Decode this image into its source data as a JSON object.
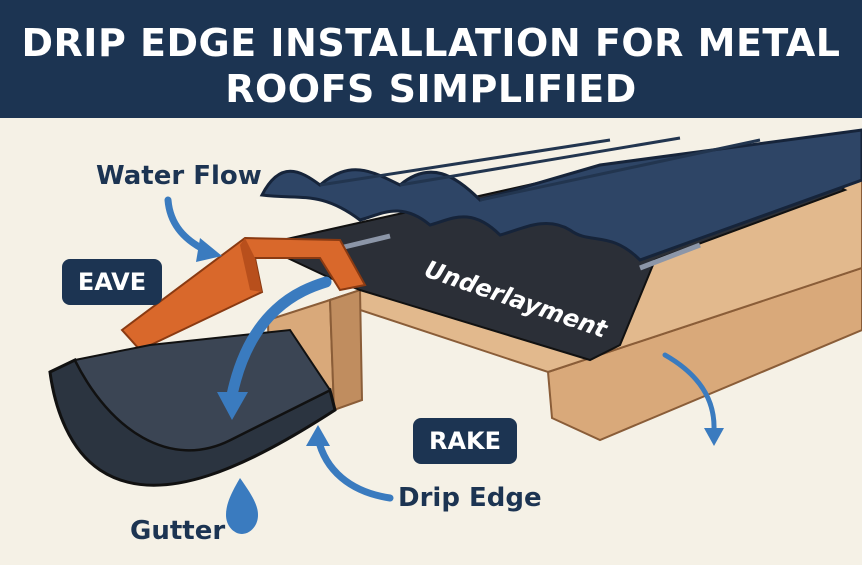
{
  "title": "DRIP EDGE INSTALLATION FOR METAL ROOFS SIMPLIFIED",
  "labels": {
    "water_flow": "Water Flow",
    "eave": "EAVE",
    "underlayment": "Underlayment",
    "rake": "RAKE",
    "drip_edge": "Drip Edge",
    "gutter": "Gutter"
  },
  "colors": {
    "navy": "#1c3452",
    "metal_panel": "#2e4566",
    "underlayment": "#2b2f37",
    "drip_edge_orange": "#d9682b",
    "wood": "#d9a97a",
    "arrow_blue": "#3a7bbf",
    "background": "#f5f1e6"
  }
}
